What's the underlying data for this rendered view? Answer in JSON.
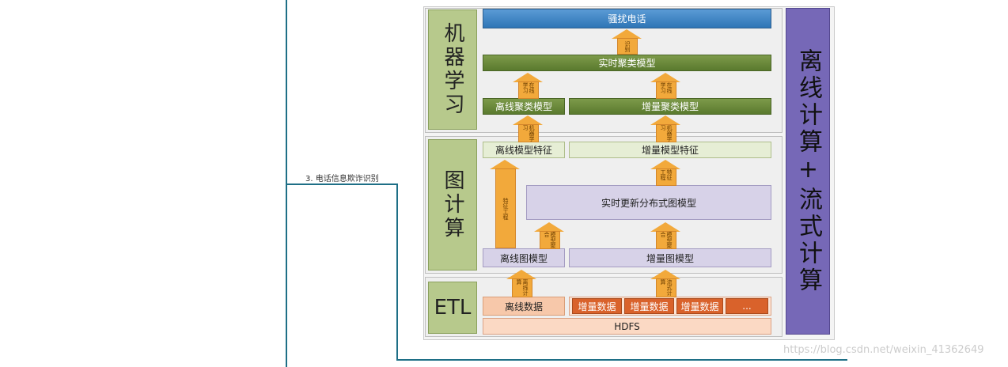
{
  "mindmap": {
    "node_label": "3. 电话信息欺诈识别"
  },
  "sections": {
    "ml": {
      "title": "机器学习"
    },
    "graph": {
      "title": "图计算"
    },
    "etl": {
      "title": "ETL"
    }
  },
  "right_band": {
    "label": "离线计算+流式计算"
  },
  "boxes": {
    "harass": "骚扰电话",
    "realtime_cluster": "实时聚类模型",
    "offline_cluster": "离线聚类模型",
    "incr_cluster": "增量聚类模型",
    "offline_feature": "离线模型特征",
    "incr_feature": "增量模型特征",
    "realtime_graph": "实时更新分布式图模型",
    "offline_graph": "离线图模型",
    "incr_graph": "增量图模型",
    "offline_data": "离线数据",
    "incr_data": [
      "增量数据",
      "增量数据",
      "增量数据",
      "..."
    ],
    "hdfs": "HDFS"
  },
  "arrows": {
    "a1": "识别",
    "a2": "在线学习",
    "a3": "在线学习",
    "a4": "机器学习",
    "a5": "机器学习",
    "a6": "特征工程",
    "a7": "特征工程",
    "a8": "模型聚合",
    "a9": "模型聚合",
    "a10": "离线计算",
    "a11": "流式计算"
  },
  "watermark": "https://blog.csdn.net/weixin_41362649",
  "colors": {
    "accent": "#1e6f86",
    "band": "#7668b7",
    "arrow": "#f2a93b"
  }
}
